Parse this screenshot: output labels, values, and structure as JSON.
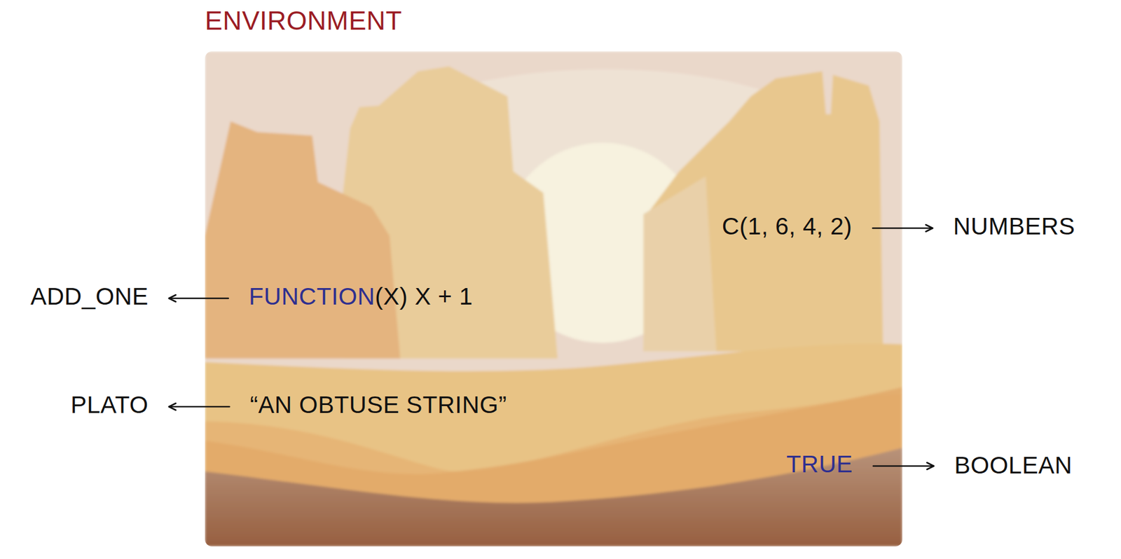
{
  "diagram": {
    "nodes": [
      {
        "text": [
          "ENVIRONMENT"
        ]
      },
      {
        "text": [
          "C(1, 6, 4, 2)"
        ],
        "in": 0
      },
      {
        "text": [
          "NUMBERS"
        ]
      },
      {
        "text": [
          "ADD_ONE"
        ]
      },
      {
        "text": [
          "FUNCTION",
          "(X) X + 1"
        ],
        "in": 0
      },
      {
        "text": [
          "PLATO"
        ]
      },
      {
        "text": [
          "“AN OBTUSE STRING”"
        ],
        "in": 0
      },
      {
        "text": [
          "TRUE"
        ],
        "in": 0
      },
      {
        "text": [
          "BOOLEAN"
        ]
      }
    ],
    "edges": [
      {
        "from": 1,
        "to": 2,
        "arrow": "to"
      },
      {
        "from": 4,
        "to": 3,
        "arrow": "to"
      },
      {
        "from": 6,
        "to": 5,
        "arrow": "to"
      },
      {
        "from": 7,
        "to": 8,
        "arrow": "to"
      }
    ]
  }
}
